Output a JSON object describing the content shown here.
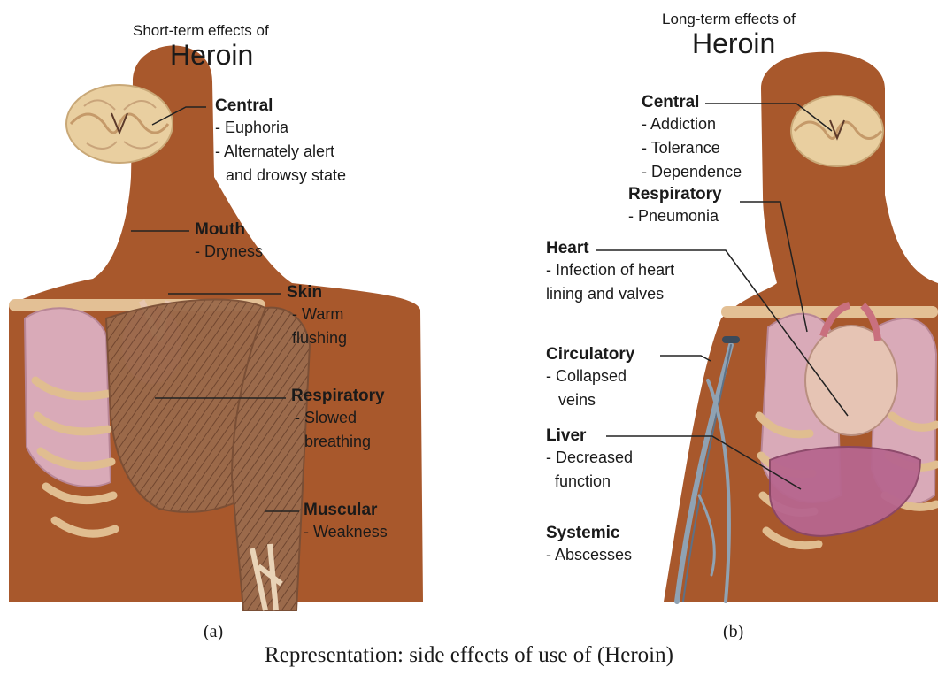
{
  "panel_a": {
    "subtitle": "Short-term effects of",
    "title": "Heroin",
    "letter": "(a)",
    "labels": [
      {
        "heading": "Central",
        "items": [
          "- Euphoria",
          "- Alternately alert",
          "  and drowsy state"
        ]
      },
      {
        "heading": "Mouth",
        "items": [
          "- Dryness"
        ]
      },
      {
        "heading": "Skin",
        "items": [
          "- Warm",
          "flushing"
        ]
      },
      {
        "heading": "Respiratory",
        "items": [
          "- Slowed",
          "breathing"
        ]
      },
      {
        "heading": "Muscular",
        "items": [
          "- Weakness"
        ]
      }
    ]
  },
  "panel_b": {
    "subtitle": "Long-term effects of",
    "title": "Heroin",
    "letter": "(b)",
    "labels": [
      {
        "heading": "Central",
        "items": [
          "- Addiction",
          "- Tolerance",
          "- Dependence"
        ]
      },
      {
        "heading": "Respiratory",
        "items": [
          "- Pneumonia"
        ]
      },
      {
        "heading": "Heart",
        "items": [
          "- Infection of heart",
          "lining and valves"
        ]
      },
      {
        "heading": "Circulatory",
        "items": [
          "- Collapsed",
          "veins"
        ]
      },
      {
        "heading": "Liver",
        "items": [
          "- Decreased",
          "function"
        ]
      },
      {
        "heading": "Systemic",
        "items": [
          "- Abscesses"
        ]
      }
    ]
  },
  "caption": "Representation: side effects of use of (Heroin)",
  "colors": {
    "skin": "#a8582c",
    "brain": "#e9cfa0",
    "lung": "#d9aab8",
    "muscle": "#9a6a4c",
    "liver": "#b7668e",
    "vein": "#6f88a0",
    "leader": "#222222"
  }
}
